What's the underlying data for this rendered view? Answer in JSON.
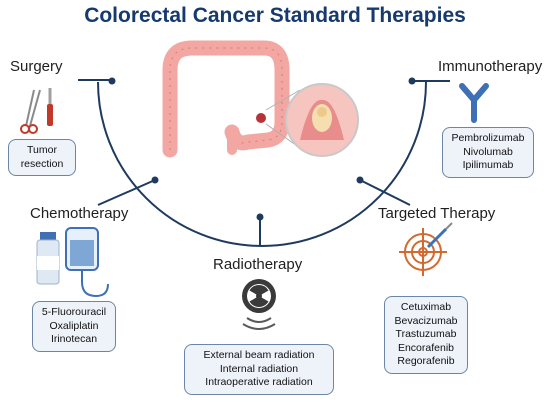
{
  "title": "Colorectal Cancer Standard Therapies",
  "colors": {
    "title": "#173a6e",
    "connector": "#1f3a5f",
    "box_border": "#6b86a6",
    "box_fill": "#eef3fa",
    "tissue": "#f2a7a3",
    "icon_red": "#c0392b",
    "icon_blue": "#3f6fb5",
    "target_orange": "#d2692f"
  },
  "center_image": {
    "icon": "colon-with-tumor-magnified-icon"
  },
  "therapies": {
    "surgery": {
      "label": "Surgery",
      "icon": "surgical-instruments-icon",
      "items": [
        "Tumor",
        "resection"
      ]
    },
    "immunotherapy": {
      "label": "Immunotherapy",
      "icon": "antibody-icon",
      "items": [
        "Pembrolizumab",
        "Nivolumab",
        "Ipilimumab"
      ]
    },
    "chemotherapy": {
      "label": "Chemotherapy",
      "icon": "vial-and-iv-bag-icon",
      "items": [
        "5-Fluorouracil",
        "Oxaliplatin",
        "Irinotecan"
      ]
    },
    "targeted": {
      "label": "Targeted Therapy",
      "icon": "target-with-syringe-icon",
      "items": [
        "Cetuximab",
        "Bevacizumab",
        "Trastuzumab",
        "Encorafenib",
        "Regorafenib"
      ]
    },
    "radiotherapy": {
      "label": "Radiotherapy",
      "icon": "radiation-icon",
      "items": [
        "External beam radiation",
        "Internal radiation",
        "Intraoperative radiation"
      ]
    }
  }
}
